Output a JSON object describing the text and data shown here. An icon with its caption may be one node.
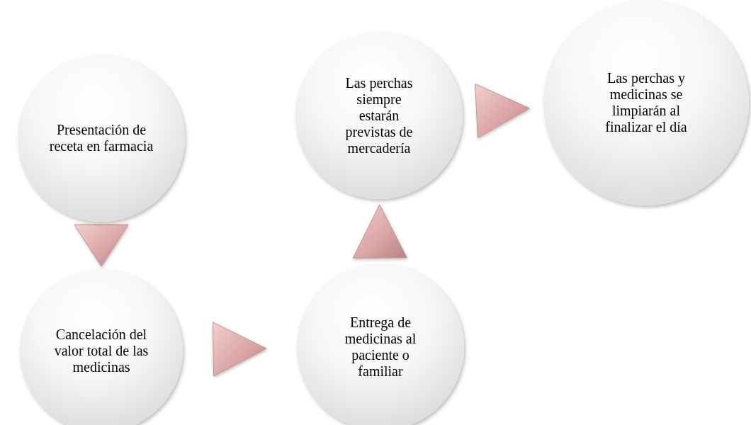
{
  "diagram": {
    "nodes": [
      {
        "text": [
          "Presentación de receta en farmacia"
        ]
      },
      {
        "text": [
          "Cancelación del valor total de las medicinas"
        ]
      },
      {
        "text": [
          "Entrega de medicinas al paciente o familiar"
        ]
      },
      {
        "text": [
          "Las perchas siempre estarán previstas de mercadería"
        ]
      },
      {
        "text": [
          "Las perchas y medicinas se limpiarán al finalizar el día"
        ]
      }
    ],
    "edges": [
      {
        "from": 0,
        "to": 1,
        "arrow": "to"
      },
      {
        "from": 1,
        "to": 2,
        "arrow": "to"
      },
      {
        "from": 2,
        "to": 3,
        "arrow": "to"
      },
      {
        "from": 3,
        "to": 4,
        "arrow": "to"
      }
    ]
  }
}
